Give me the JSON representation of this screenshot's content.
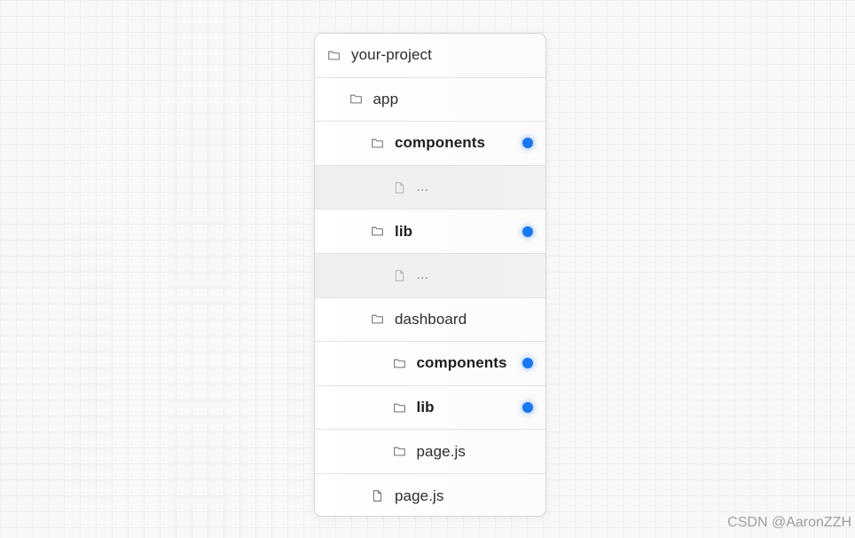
{
  "accent_color": "#1777f0",
  "tree": {
    "rows": [
      {
        "label": "your-project",
        "icon": "folder-icon",
        "depth": 0,
        "bold": false,
        "marked": false,
        "placeholder": false
      },
      {
        "label": "app",
        "icon": "folder-icon",
        "depth": 1,
        "bold": false,
        "marked": false,
        "placeholder": false
      },
      {
        "label": "components",
        "icon": "folder-icon",
        "depth": 2,
        "bold": true,
        "marked": true,
        "placeholder": false
      },
      {
        "label": "...",
        "icon": "file-icon",
        "depth": 3,
        "bold": false,
        "marked": false,
        "placeholder": true
      },
      {
        "label": "lib",
        "icon": "folder-icon",
        "depth": 2,
        "bold": true,
        "marked": true,
        "placeholder": false
      },
      {
        "label": "...",
        "icon": "file-icon",
        "depth": 3,
        "bold": false,
        "marked": false,
        "placeholder": true
      },
      {
        "label": "dashboard",
        "icon": "folder-icon",
        "depth": 2,
        "bold": false,
        "marked": false,
        "placeholder": false
      },
      {
        "label": "components",
        "icon": "folder-icon",
        "depth": 3,
        "bold": true,
        "marked": true,
        "placeholder": false
      },
      {
        "label": "lib",
        "icon": "folder-icon",
        "depth": 3,
        "bold": true,
        "marked": true,
        "placeholder": false
      },
      {
        "label": "page.js",
        "icon": "folder-icon",
        "depth": 3,
        "bold": false,
        "marked": false,
        "placeholder": false
      },
      {
        "label": "page.js",
        "icon": "file-icon",
        "depth": 2,
        "bold": false,
        "marked": false,
        "placeholder": false
      }
    ]
  },
  "watermark": "CSDN @AaronZZH"
}
